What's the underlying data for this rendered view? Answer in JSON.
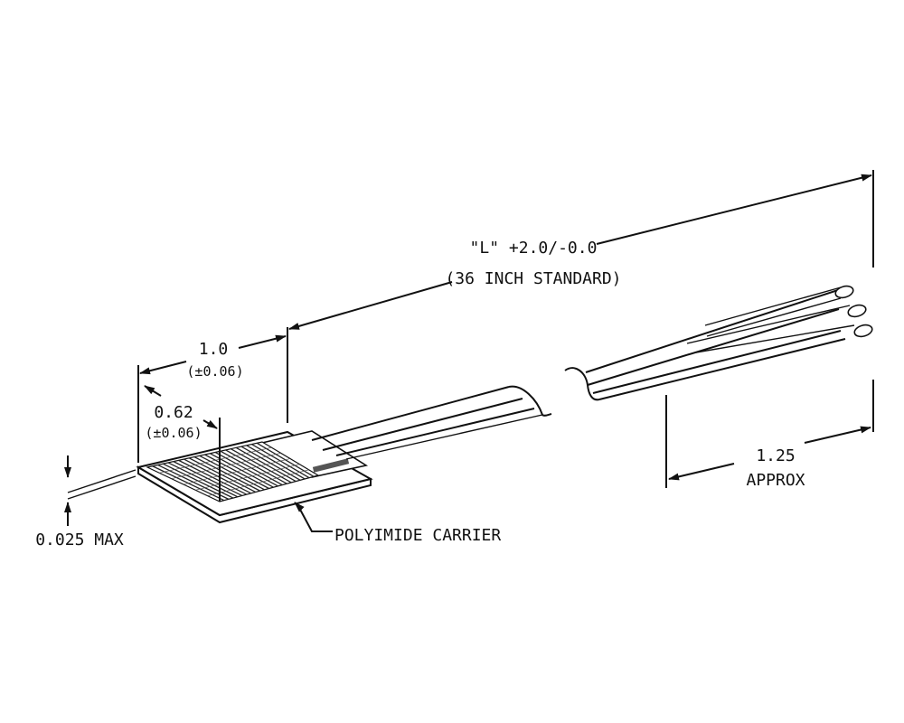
{
  "dimensions": {
    "length_main": "\"L\" +2.0/-0.0",
    "length_note": "(36 INCH STANDARD)",
    "width": "1.0",
    "width_tol": "(±0.06)",
    "grid": "0.62",
    "grid_tol": "(±0.06)",
    "thickness": "0.025 MAX",
    "lead_length": "1.25",
    "lead_note": "APPROX"
  },
  "callouts": {
    "carrier": "POLYIMIDE CARRIER"
  }
}
